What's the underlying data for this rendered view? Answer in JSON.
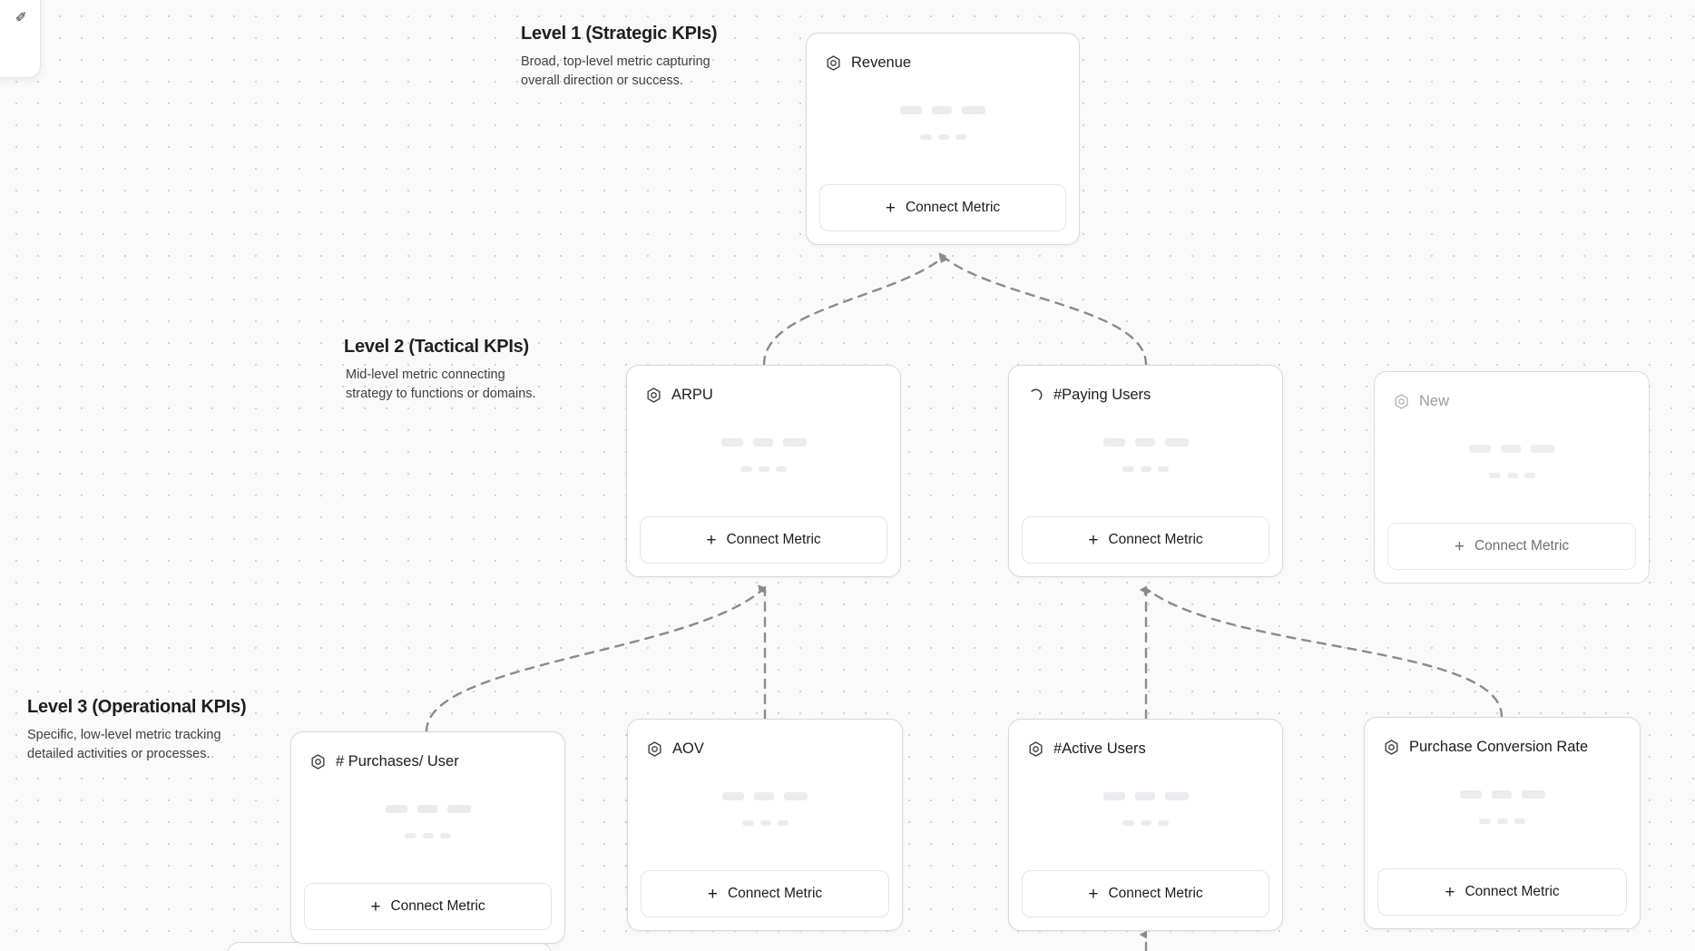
{
  "canvas": {
    "background_color": "#fafafa",
    "dot_color": "#d0d0d4",
    "connector_color": "#8a8a90"
  },
  "levels": [
    {
      "id": "level-1",
      "title": "Level 1 (Strategic KPIs)",
      "description": "Broad, top-level metric capturing overall direction or success."
    },
    {
      "id": "level-2",
      "title": "Level 2 (Tactical KPIs)",
      "description": "Mid-level metric connecting strategy to functions or domains."
    },
    {
      "id": "level-3",
      "title": "Level 3 (Operational KPIs)",
      "description": "Specific, low-level metric tracking detailed activities or processes."
    }
  ],
  "cards": {
    "revenue": {
      "title": "Revenue",
      "icon": "hexagon-icon",
      "connect_label": "Connect Metric",
      "state": "normal"
    },
    "arpu": {
      "title": "ARPU",
      "icon": "hexagon-icon",
      "connect_label": "Connect Metric",
      "state": "normal"
    },
    "paying_users": {
      "title": "#Paying Users",
      "icon": "spinner-icon",
      "connect_label": "Connect Metric",
      "state": "loading"
    },
    "new": {
      "title": "New",
      "icon": "hexagon-icon",
      "connect_label": "Connect Metric",
      "state": "dimmed"
    },
    "purchases": {
      "title": "# Purchases/ User",
      "icon": "hexagon-icon",
      "connect_label": "Connect Metric",
      "state": "normal"
    },
    "aov": {
      "title": "AOV",
      "icon": "hexagon-icon",
      "connect_label": "Connect Metric",
      "state": "normal"
    },
    "active_users": {
      "title": "#Active Users",
      "icon": "hexagon-icon",
      "connect_label": "Connect Metric",
      "state": "normal"
    },
    "conversion": {
      "title": "Purchase Conversion Rate",
      "icon": "hexagon-icon",
      "connect_label": "Connect Metric",
      "state": "normal"
    }
  },
  "connections": [
    {
      "from": "arpu",
      "to": "revenue"
    },
    {
      "from": "paying_users",
      "to": "revenue"
    },
    {
      "from": "purchases",
      "to": "arpu"
    },
    {
      "from": "aov",
      "to": "arpu"
    },
    {
      "from": "active_users",
      "to": "paying_users"
    },
    {
      "from": "conversion",
      "to": "paying_users"
    }
  ],
  "corner_panel": {
    "glyph": "✐"
  }
}
